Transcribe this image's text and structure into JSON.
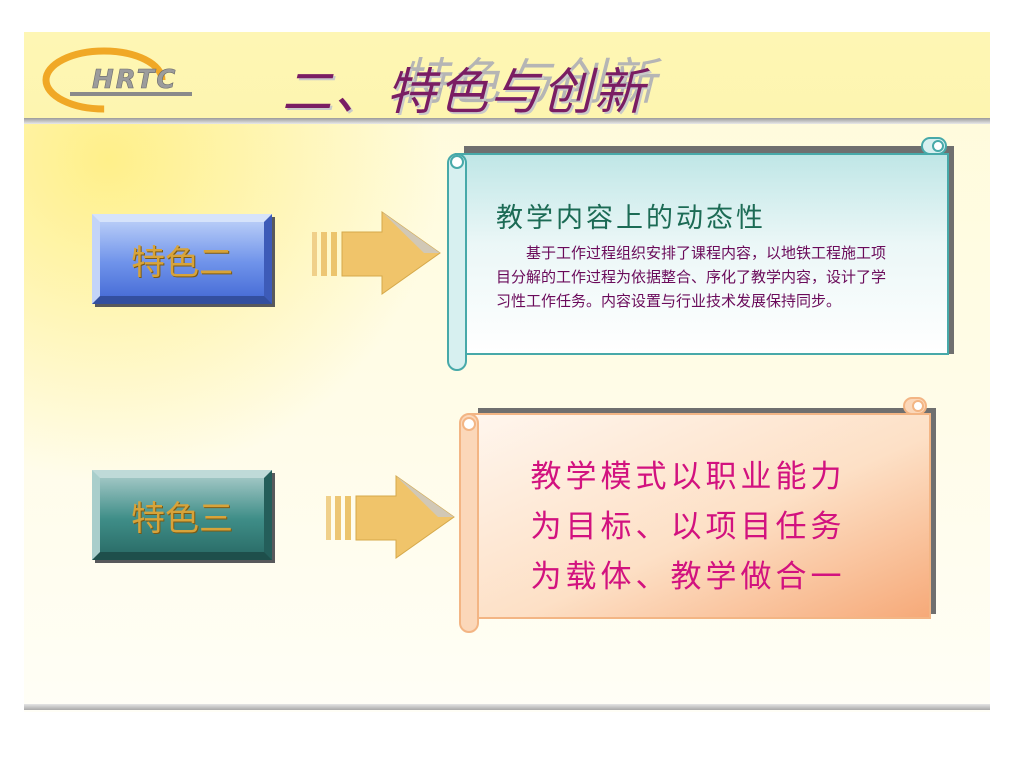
{
  "header": {
    "logo_text": "HRTC",
    "title": "二、特色与创新",
    "title_ghost": "特色与创新"
  },
  "features": {
    "two": {
      "label": "特色二"
    },
    "three": {
      "label": "特色三"
    }
  },
  "scroll_one": {
    "heading": "教学内容上的动态性",
    "body": "基于工作过程组织安排了课程内容，以地铁工程施工项目分解的工作过程为依据整合、序化了教学内容，设计了学习性工作任务。内容设置与行业技术发展保持同步。"
  },
  "scroll_two": {
    "lines": [
      "教学模式以职业能力",
      "为目标、以项目任务",
      "为载体、教学做合一"
    ]
  },
  "colors": {
    "title": "#7a1d63",
    "feature_text": "#d7a33a",
    "scroll_one_heading": "#1c6b55",
    "scroll_one_body": "#6a0a5a",
    "scroll_two_text": "#d2127f",
    "arrow": "#f0c46a"
  }
}
